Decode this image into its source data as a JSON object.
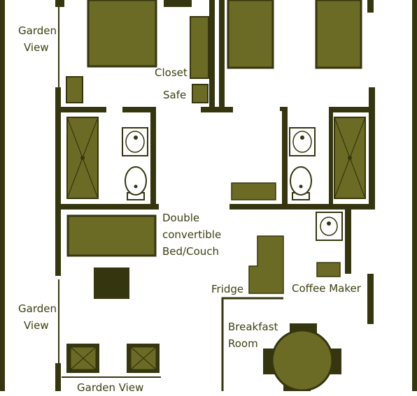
{
  "colors": {
    "wall": "#35360f",
    "furniture": "#6b6b25",
    "dark_furniture": "#35360f",
    "line": "#35360f",
    "background": "#ffffff",
    "text": "#3d3f10"
  },
  "labels": {
    "garden_view_left_top": [
      "Garden",
      "View"
    ],
    "garden_view_left_bottom": [
      "Garden",
      "View"
    ],
    "garden_view_bottom": "Garden View",
    "closet": "Closet",
    "safe": "Safe",
    "couch": [
      "Double",
      "convertible",
      "Bed/Couch"
    ],
    "fridge": "Fridge",
    "coffee_maker": "Coffee Maker",
    "breakfast_room": [
      "Breakfast",
      "Room"
    ]
  }
}
